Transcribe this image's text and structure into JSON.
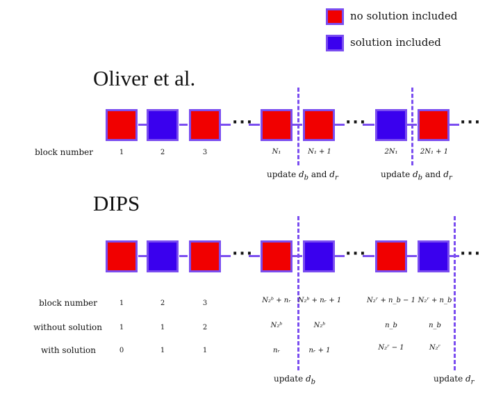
{
  "colors": {
    "red": "#f10000",
    "blue": "#3a00ee",
    "border": "#7a4df0"
  },
  "legend": {
    "red_label": "no solution included",
    "blue_label": "solution included"
  },
  "oliver": {
    "title": "Oliver et al.",
    "dots": "···",
    "row_label": "block number",
    "numbers": [
      "1",
      "2",
      "3",
      "N₁",
      "N₁ + 1",
      "2N₁",
      "2N₁ + 1"
    ],
    "update1": "update d_b and d_r",
    "update2": "update d_b and d_r"
  },
  "dips": {
    "title": "DIPS",
    "dots": "···",
    "row_labels": [
      "block number",
      "without solution",
      "with solution"
    ],
    "block_numbers": [
      "1",
      "2",
      "3",
      "N₂ᵇ + nᵣ",
      "N₂ᵇ + nᵣ + 1",
      "N₂ʳ + n_b − 1",
      "N₂ʳ + n_b"
    ],
    "without_solution": [
      "1",
      "1",
      "2",
      "N₂ᵇ",
      "N₂ᵇ",
      "n_b",
      "n_b"
    ],
    "with_solution": [
      "0",
      "1",
      "1",
      "nᵣ",
      "nᵣ + 1",
      "N₂ʳ − 1",
      "N₂ʳ"
    ],
    "update1": "update d_b",
    "update2": "update d_r"
  }
}
